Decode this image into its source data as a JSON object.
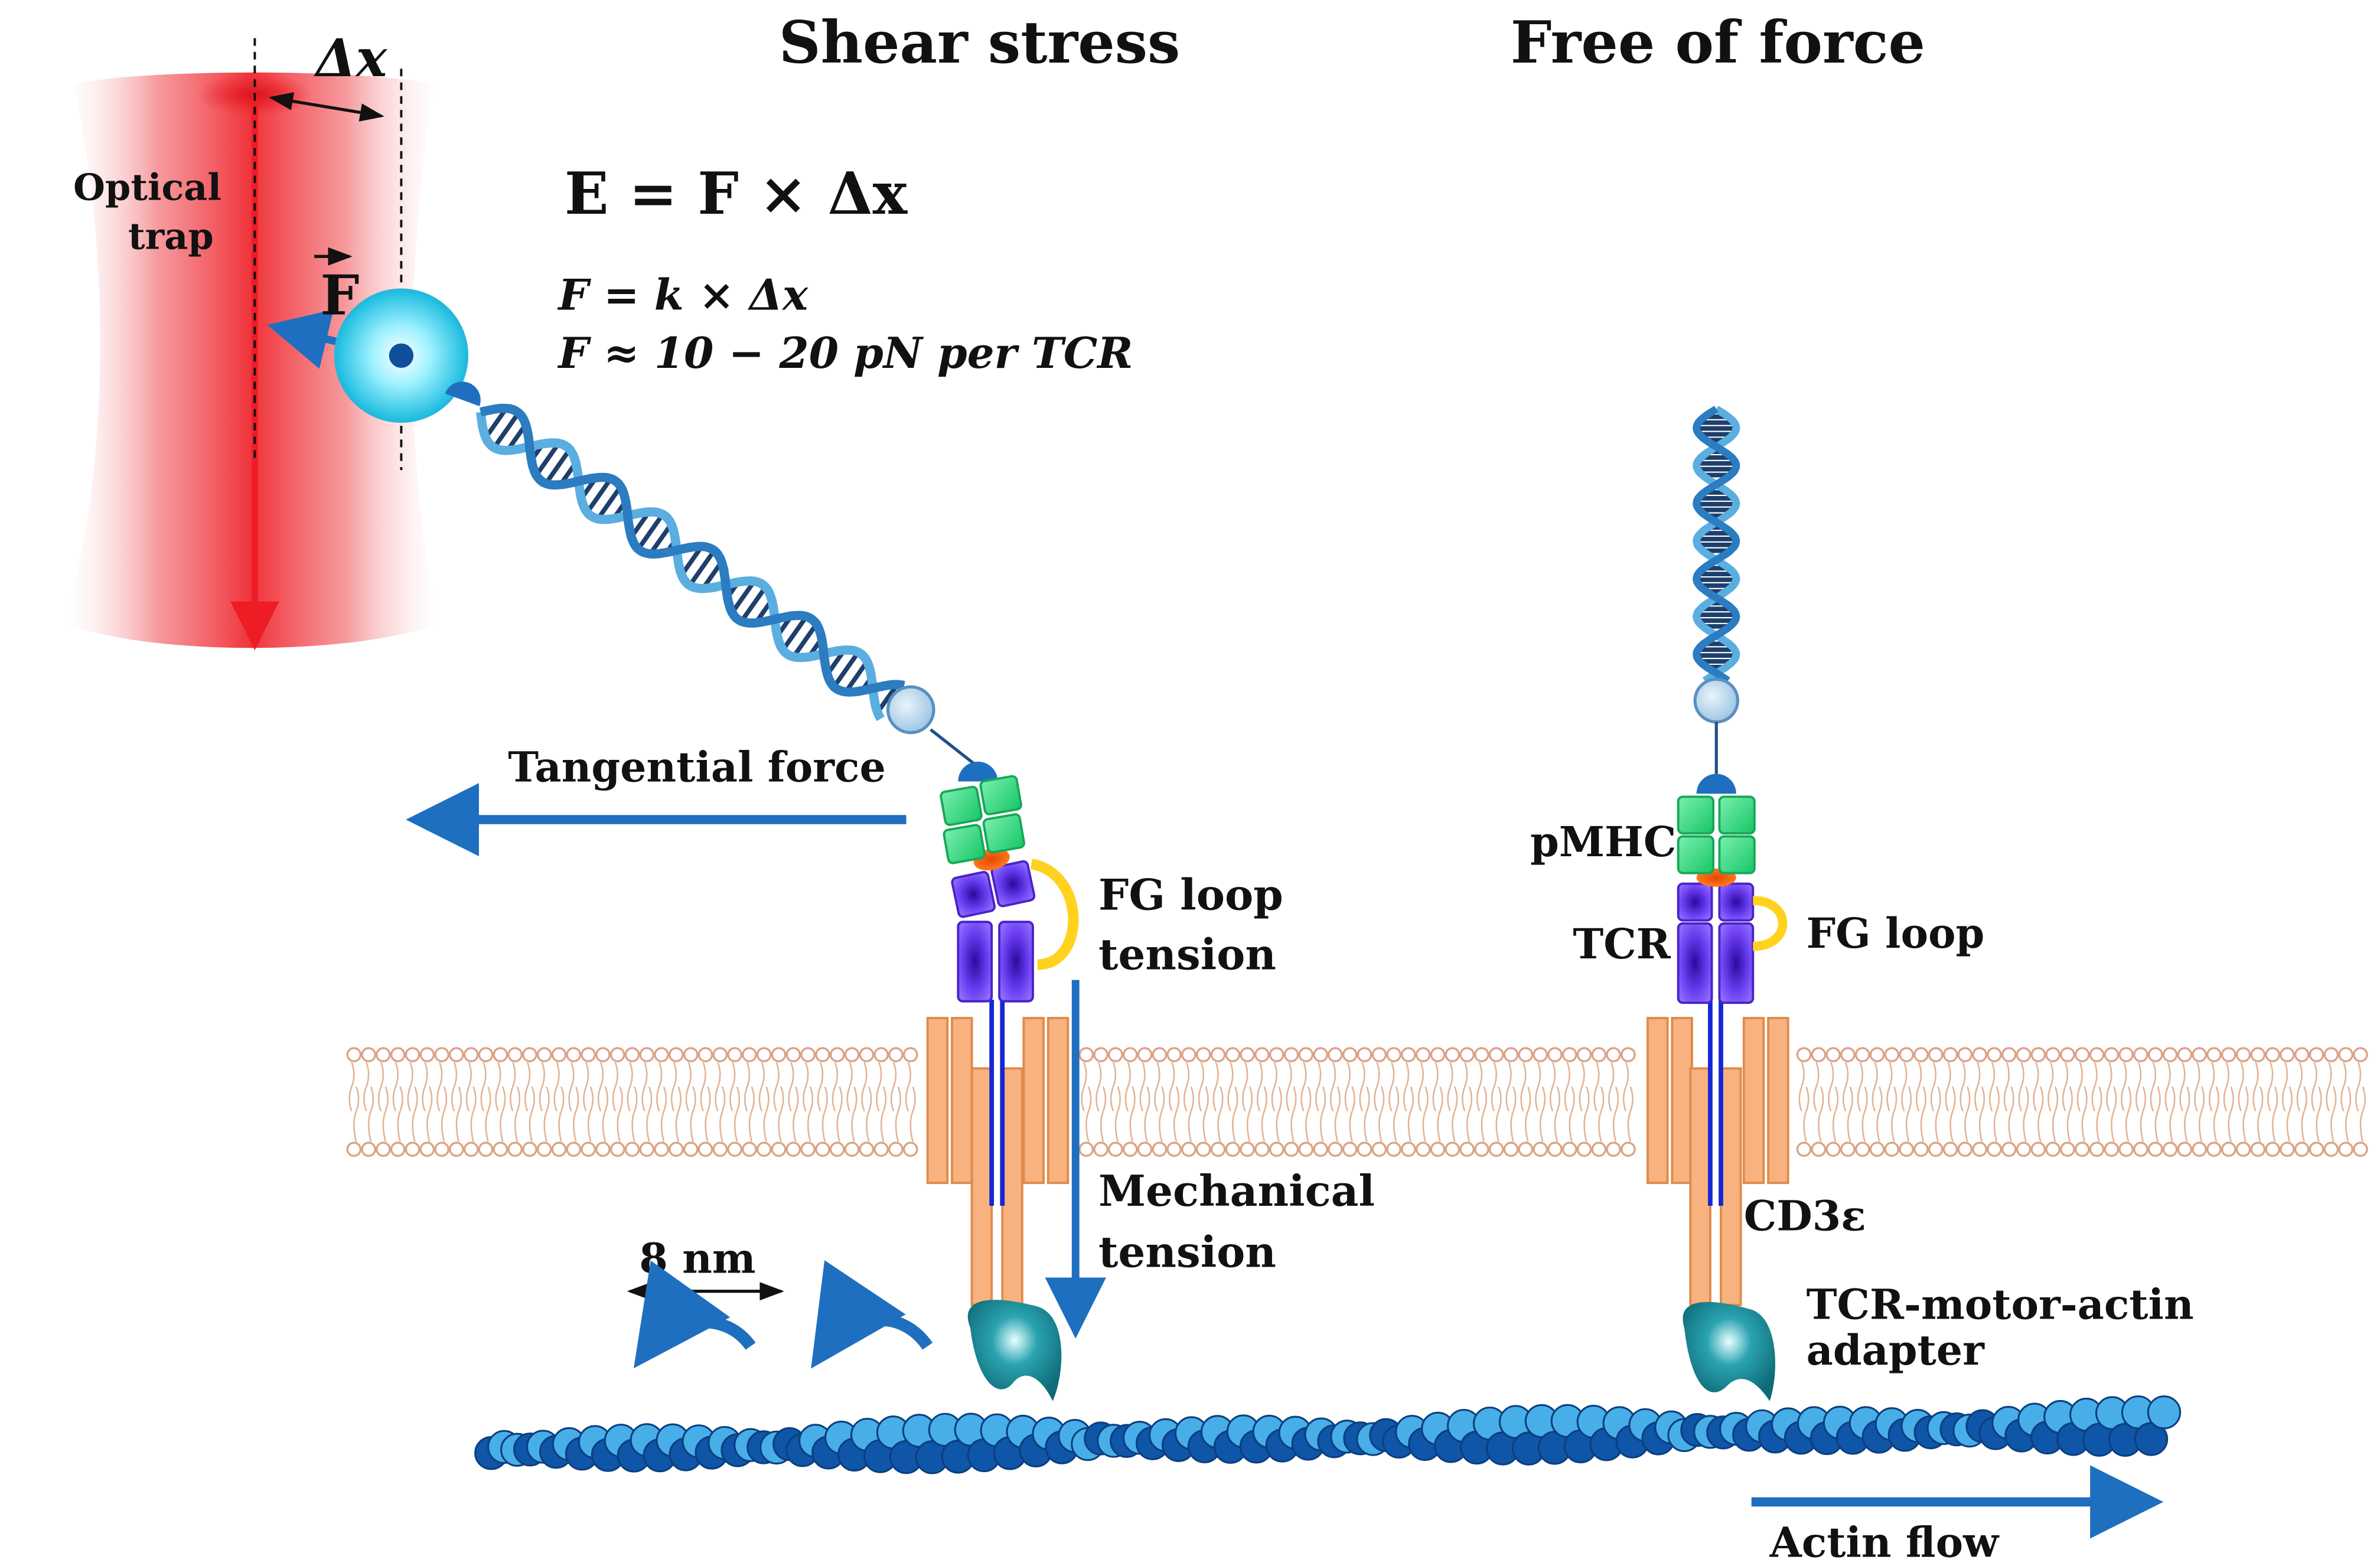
{
  "titles": {
    "shear": "Shear stress",
    "free": "Free of force"
  },
  "equations": {
    "energy": "E = F × Δx",
    "force": "F = k × Δx",
    "force_range": "F ≈ 10 − 20 pN per TCR"
  },
  "labels": {
    "delta_x": "Δx",
    "optical_trap_line1": "Optical",
    "optical_trap_line2": "trap",
    "force_vector": "F",
    "tangential_force": "Tangential force",
    "fg_loop_tension_line1": "FG loop",
    "fg_loop_tension_line2": "tension",
    "mechanical_tension_line1": "Mechanical",
    "mechanical_tension_line2": "tension",
    "step_size": "8 nm",
    "pmhc": "pMHC",
    "tcr": "TCR",
    "fg_loop": "FG loop",
    "cd3e": "CD3ε",
    "adapter_line1": "TCR-motor-actin",
    "adapter_line2": "adapter",
    "actin_flow": "Actin flow"
  },
  "colors": {
    "arrow_blue": "#1f6fc0",
    "laser_red": "#ee1c24",
    "pmhc_green": "#2dd47a",
    "tcr_purple": "#6a3df0",
    "cd3_orange": "#f7b27f",
    "fg_loop_yellow": "#ffd21f",
    "actin_dark": "#0f55a8",
    "actin_light": "#48aee8",
    "adapter_teal": "#127a86",
    "dna_blue": "#5aaee0"
  }
}
